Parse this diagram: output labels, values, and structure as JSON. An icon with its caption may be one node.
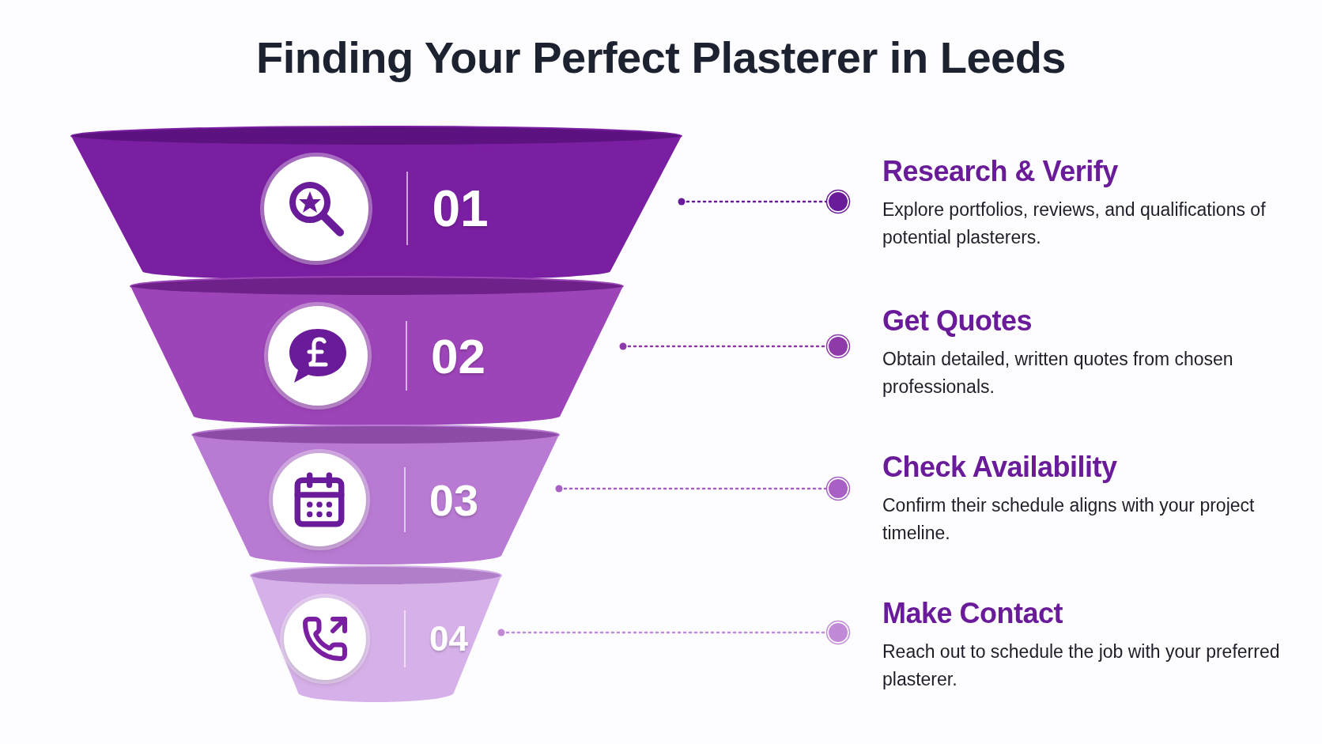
{
  "diagram": {
    "title": "Finding Your Perfect Plasterer in Leeds",
    "nodes": [
      {
        "text": [
          "01"
        ]
      },
      {
        "text": [
          "02"
        ]
      },
      {
        "text": [
          "03"
        ]
      },
      {
        "text": [
          "04"
        ]
      },
      {
        "text": [
          "Research & Verify",
          "Explore portfolios, reviews, and qualifications of potential plasterers."
        ]
      },
      {
        "text": [
          "Get Quotes",
          "Obtain detailed, written quotes from chosen professionals."
        ]
      },
      {
        "text": [
          "Check Availability",
          "Confirm their schedule aligns with your project timeline."
        ]
      },
      {
        "text": [
          "Make Contact",
          "Reach out to schedule the job with your preferred plasterer."
        ]
      }
    ],
    "edges": [
      {
        "from": 0,
        "to": 4,
        "arrow": "other",
        "style": "dashed",
        "color": "#6a1b9a"
      },
      {
        "from": 1,
        "to": 5,
        "arrow": "other",
        "style": "dashed",
        "color": "#8e3aa8"
      },
      {
        "from": 2,
        "to": 6,
        "arrow": "other",
        "style": "dashed",
        "color": "#a860c4"
      },
      {
        "from": 3,
        "to": 7,
        "arrow": "other",
        "style": "dashed",
        "color": "#c08ad6"
      }
    ]
  }
}
